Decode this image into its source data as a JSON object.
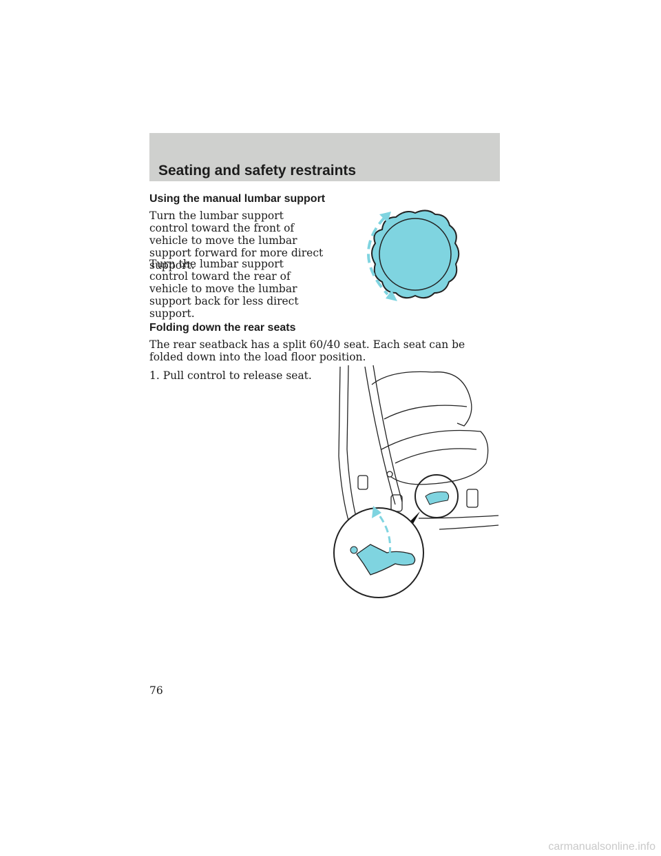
{
  "header": {
    "title": "Seating and safety restraints"
  },
  "section1": {
    "heading": "Using the manual lumbar support",
    "p1": "Turn the lumbar support control toward the front of vehicle to move the lumbar support forward for more direct support.",
    "p2": "Turn the lumbar support control toward the rear of vehicle to move the lumbar support back for less direct support."
  },
  "section2": {
    "heading": "Folding down the rear seats",
    "p1": "The rear seatback has a split 60/40 seat. Each seat can be folded down into the load floor position.",
    "step1": "1. Pull control to release seat."
  },
  "page_number": "76",
  "footer": {
    "brand": "carmanualsonline.info"
  },
  "colors": {
    "accent": "#7fd4e0",
    "header_band": "#cfd0ce"
  },
  "illustrations": [
    "lumbar-knob-diagram",
    "rear-seat-release-lever-diagram"
  ]
}
